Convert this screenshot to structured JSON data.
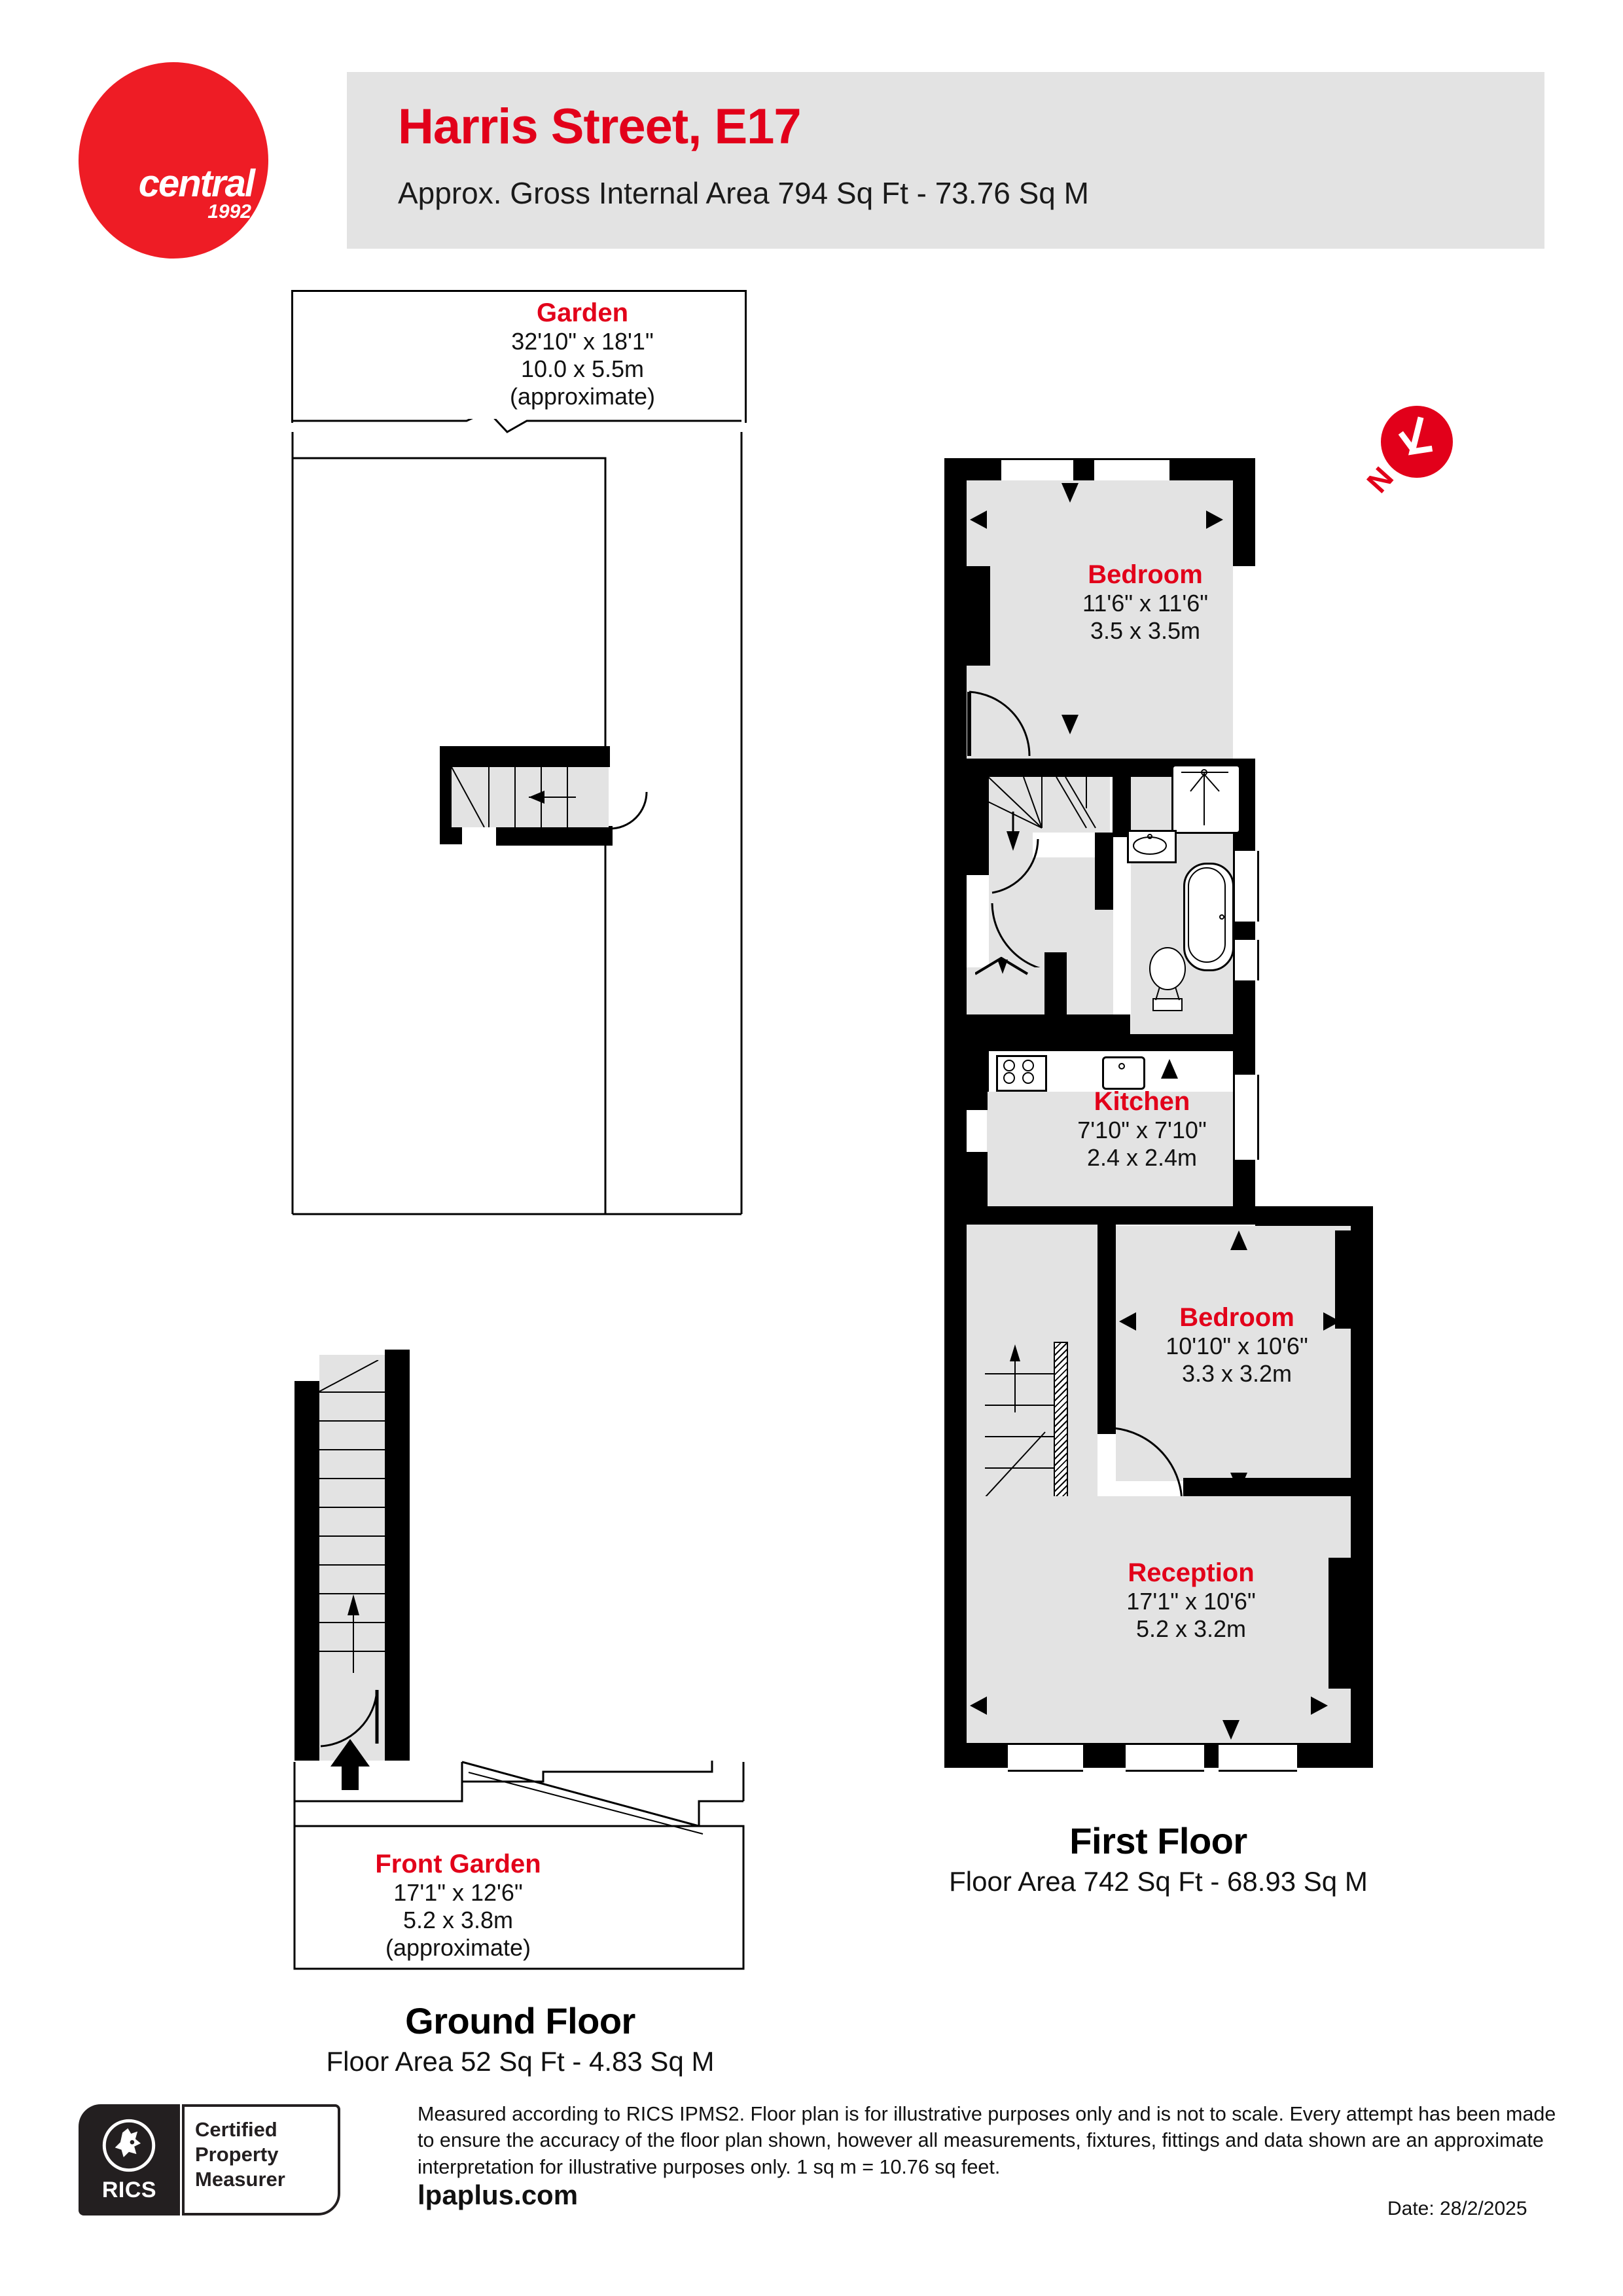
{
  "brand": {
    "name": "central",
    "year": "1992",
    "accent": "#e2001a"
  },
  "header": {
    "title": "Harris Street, E17",
    "subtitle": "Approx. Gross Internal Area 794 Sq Ft - 73.76 Sq M"
  },
  "compass": {
    "label": "N",
    "icon": "north-arrow-icon"
  },
  "rooms": {
    "garden": {
      "name": "Garden",
      "imperial": "32'10\" x 18'1\"",
      "metric": "10.0 x 5.5m",
      "note": "(approximate)"
    },
    "bedroom1": {
      "name": "Bedroom",
      "imperial": "11'6\" x 11'6\"",
      "metric": "3.5 x 3.5m",
      "note": ""
    },
    "kitchen": {
      "name": "Kitchen",
      "imperial": "7'10\" x 7'10\"",
      "metric": "2.4 x 2.4m",
      "note": ""
    },
    "bedroom2": {
      "name": "Bedroom",
      "imperial": "10'10\" x 10'6\"",
      "metric": "3.3 x 3.2m",
      "note": ""
    },
    "reception": {
      "name": "Reception",
      "imperial": "17'1\" x 10'6\"",
      "metric": "5.2 x 3.2m",
      "note": ""
    },
    "front_garden": {
      "name": "Front Garden",
      "imperial": "17'1\" x 12'6\"",
      "metric": "5.2 x 3.8m",
      "note": "(approximate)"
    }
  },
  "floors": {
    "ground": {
      "name": "Ground Floor",
      "area": "Floor Area 52 Sq Ft - 4.83 Sq M"
    },
    "first": {
      "name": "First Floor",
      "area": "Floor Area 742 Sq Ft - 68.93 Sq M"
    }
  },
  "footer": {
    "rics_mark": "RICS",
    "rics_line1": "Certified",
    "rics_line2": "Property",
    "rics_line3": "Measurer",
    "disclaimer": "Measured according to RICS IPMS2. Floor plan is for illustrative purposes only and is not to scale. Every attempt has been made to ensure the accuracy of the floor plan shown, however all measurements, fixtures, fittings and data shown are an approximate interpretation for illustrative purposes only. 1 sq m = 10.76 sq feet.",
    "site": "lpaplus.com",
    "date": "Date: 28/2/2025"
  }
}
